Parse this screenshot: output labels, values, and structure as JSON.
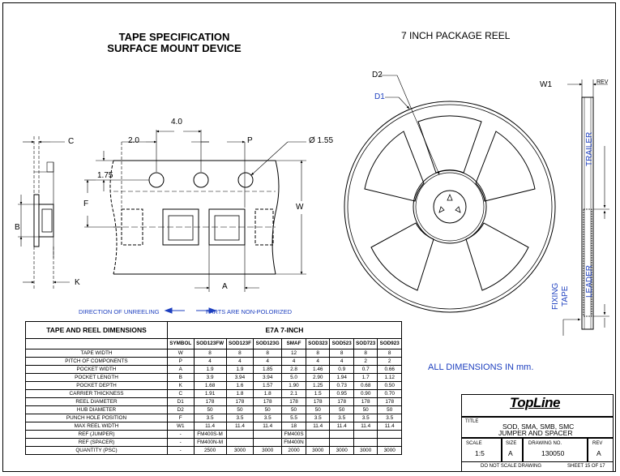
{
  "header": {
    "title_line1": "TAPE SPECIFICATION",
    "title_line2": "SURFACE MOUNT DEVICE",
    "reel_title": "7 INCH PACKAGE REEL"
  },
  "tape_labels": {
    "c": "C",
    "dim_4": "4.0",
    "dim_2": "2.0",
    "p": "P",
    "phi": "Ø 1.55",
    "dim_175": "1.75",
    "f": "F",
    "w": "W",
    "b": "B",
    "k": "K",
    "a": "A",
    "direction": "DIRECTION OF UNREELING",
    "non_polarized": "PARTS ARE NON-POLORIZED"
  },
  "reel_labels": {
    "d2": "D2",
    "d1": "D1",
    "w1": "W1",
    "rev": "REV",
    "trailer": "TRAILER",
    "leader": "LEADER",
    "fixing_line1": "FIXING",
    "fixing_line2": "TAPE"
  },
  "all_dims_note": "ALL DIMENSIONS IN mm.",
  "table": {
    "title": "TAPE AND REEL DIMENSIONS",
    "group_header": "E7A 7-INCH",
    "symbol_header": "SYMBOL",
    "columns": [
      "SOD123FW",
      "SOD123F",
      "SOD123G",
      "SMAF",
      "SOD323",
      "SOD523",
      "SOD723",
      "SOD923"
    ],
    "rows": [
      {
        "label": "TAPE WIDTH",
        "symbol": "W",
        "values": [
          "8",
          "8",
          "8",
          "12",
          "8",
          "8",
          "8",
          "8"
        ]
      },
      {
        "label": "PITCH OF COMPONENTS",
        "symbol": "P",
        "values": [
          "4",
          "4",
          "4",
          "4",
          "4",
          "4",
          "2",
          "2"
        ]
      },
      {
        "label": "POCKET WIDTH",
        "symbol": "A",
        "values": [
          "1.9",
          "1.9",
          "1.85",
          "2.8",
          "1.46",
          "0.9",
          "0.7",
          "0.66"
        ]
      },
      {
        "label": "POCKET LENGTH",
        "symbol": "B",
        "values": [
          "3.9",
          "3.94",
          "3.94",
          "5.0",
          "2.90",
          "1.94",
          "1.7",
          "1.12"
        ]
      },
      {
        "label": "POCKET DEPTH",
        "symbol": "K",
        "values": [
          "1.68",
          "1.6",
          "1.57",
          "1.90",
          "1.25",
          "0.73",
          "0.68",
          "0.50"
        ]
      },
      {
        "label": "CARRIER THICKNESS",
        "symbol": "C",
        "values": [
          "1.91",
          "1.8",
          "1.8",
          "2.1",
          "1.5",
          "0.95",
          "0.90",
          "0.70"
        ]
      },
      {
        "label": "REEL DIAMETER",
        "symbol": "D1",
        "values": [
          "178",
          "178",
          "178",
          "178",
          "178",
          "178",
          "178",
          "178"
        ]
      },
      {
        "label": "HUB DIAMETER",
        "symbol": "D2",
        "values": [
          "50",
          "50",
          "50",
          "50",
          "50",
          "50",
          "50",
          "50"
        ]
      },
      {
        "label": "PUNCH HOLE POSITION",
        "symbol": "F",
        "values": [
          "3.5",
          "3.5",
          "3.5",
          "5.5",
          "3.5",
          "3.5",
          "3.5",
          "3.5"
        ]
      },
      {
        "label": "MAX REEL WIDTH",
        "symbol": "W1",
        "values": [
          "11.4",
          "11.4",
          "11.4",
          "18",
          "11.4",
          "11.4",
          "11.4",
          "11.4"
        ]
      },
      {
        "label": "REF (JUMPER)",
        "symbol": "-",
        "values": [
          "FM400S-M",
          "",
          "",
          "FM400S",
          "",
          "",
          "",
          ""
        ]
      },
      {
        "label": "REF (SPACER)",
        "symbol": "-",
        "values": [
          "FM400N-M",
          "",
          "",
          "FM400N",
          "",
          "",
          "",
          ""
        ]
      },
      {
        "label": "QUANTITY (PSC)",
        "symbol": "-",
        "values": [
          "2500",
          "3000",
          "3000",
          "2000",
          "3000",
          "3000",
          "3000",
          "3000"
        ]
      }
    ]
  },
  "title_block": {
    "logo": "TopLine",
    "title_label": "TITLE",
    "title_line1": "SOD, SMA, SMB, SMC",
    "title_line2": "JUMPER AND SPACER",
    "scale_label": "SCALE",
    "scale_value": "1:5",
    "size_label": "SIZE",
    "size_value": "A",
    "drawing_label": "DRAWING NO.",
    "drawing_value": "130050",
    "rev_label": "REV",
    "rev_value": "A",
    "note": "DO NOT SCALE DRAWING",
    "sheet": "SHEET 15 OF 17"
  },
  "colors": {
    "accent_blue": "#1d3fbf",
    "line": "#000000"
  }
}
